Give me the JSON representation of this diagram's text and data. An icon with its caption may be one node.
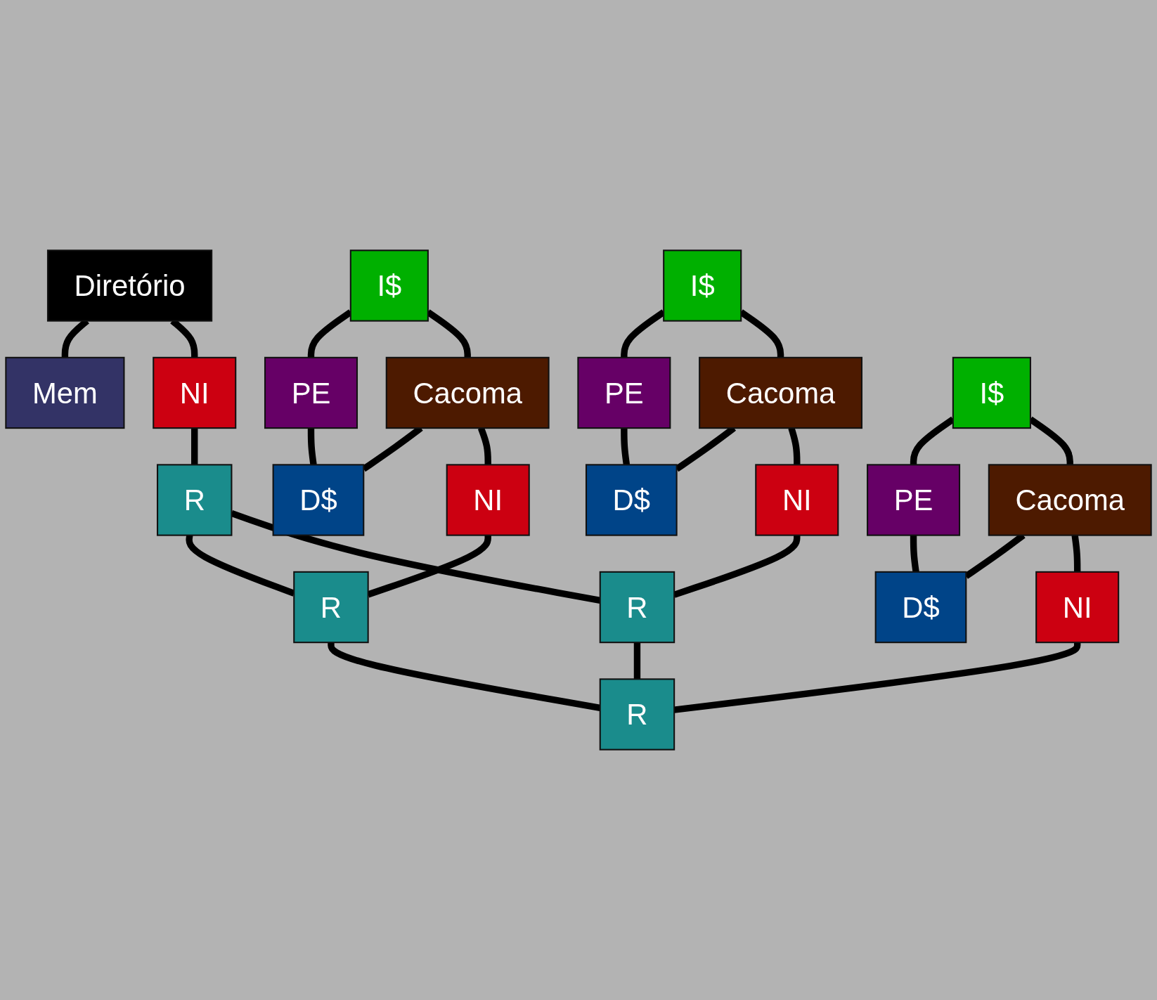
{
  "diagram": {
    "nodes": [
      {
        "text": [
          "Diretório"
        ]
      },
      {
        "text": [
          "Mem"
        ]
      },
      {
        "text": [
          "NI"
        ]
      },
      {
        "text": [
          "R"
        ]
      },
      {
        "text": [
          "I$"
        ]
      },
      {
        "text": [
          "Cacoma"
        ]
      },
      {
        "text": [
          "PE"
        ]
      },
      {
        "text": [
          "D$"
        ]
      },
      {
        "text": [
          "NI"
        ]
      },
      {
        "text": [
          "R"
        ]
      },
      {
        "text": [
          "I$"
        ]
      },
      {
        "text": [
          "Cacoma"
        ]
      },
      {
        "text": [
          "PE"
        ]
      },
      {
        "text": [
          "D$"
        ]
      },
      {
        "text": [
          "NI"
        ]
      },
      {
        "text": [
          "R"
        ]
      },
      {
        "text": [
          "I$"
        ]
      },
      {
        "text": [
          "Cacoma"
        ]
      },
      {
        "text": [
          "PE"
        ]
      },
      {
        "text": [
          "D$"
        ]
      },
      {
        "text": [
          "NI"
        ]
      },
      {
        "text": [
          "R"
        ]
      }
    ],
    "edges": [
      {
        "from": 0,
        "to": 1,
        "arrow": "none"
      },
      {
        "from": 0,
        "to": 2,
        "arrow": "none"
      },
      {
        "from": 2,
        "to": 3,
        "arrow": "none"
      },
      {
        "from": 4,
        "to": 6,
        "arrow": "none"
      },
      {
        "from": 6,
        "to": 7,
        "arrow": "none"
      },
      {
        "from": 4,
        "to": 5,
        "arrow": "none"
      },
      {
        "from": 5,
        "to": 7,
        "arrow": "none"
      },
      {
        "from": 5,
        "to": 8,
        "arrow": "none"
      },
      {
        "from": 8,
        "to": 9,
        "arrow": "none"
      },
      {
        "from": 3,
        "to": 9,
        "arrow": "none"
      },
      {
        "from": 3,
        "to": 15,
        "arrow": "none"
      },
      {
        "from": 9,
        "to": 21,
        "arrow": "none"
      },
      {
        "from": 10,
        "to": 12,
        "arrow": "none"
      },
      {
        "from": 12,
        "to": 13,
        "arrow": "none"
      },
      {
        "from": 10,
        "to": 11,
        "arrow": "none"
      },
      {
        "from": 11,
        "to": 13,
        "arrow": "none"
      },
      {
        "from": 11,
        "to": 14,
        "arrow": "none"
      },
      {
        "from": 14,
        "to": 15,
        "arrow": "none"
      },
      {
        "from": 16,
        "to": 18,
        "arrow": "none"
      },
      {
        "from": 18,
        "to": 19,
        "arrow": "none"
      },
      {
        "from": 16,
        "to": 17,
        "arrow": "none"
      },
      {
        "from": 17,
        "to": 19,
        "arrow": "none"
      },
      {
        "from": 17,
        "to": 20,
        "arrow": "none"
      },
      {
        "from": 20,
        "to": 21,
        "arrow": "none"
      },
      {
        "from": 15,
        "to": 21,
        "arrow": "none"
      }
    ]
  }
}
